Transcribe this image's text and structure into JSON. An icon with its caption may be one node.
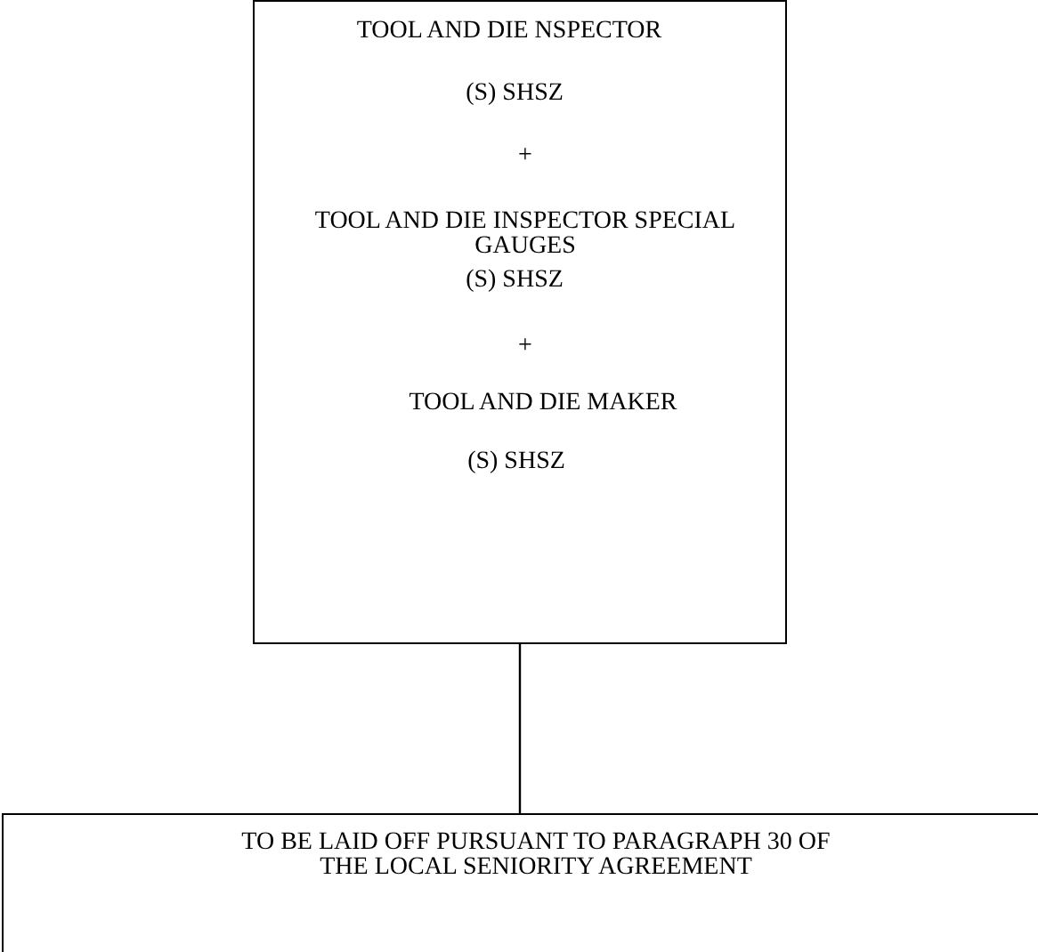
{
  "diagram": {
    "nodes": [
      {
        "text": [
          "TOOL AND DIE NSPECTOR",
          "(S) SHSZ",
          "+",
          "TOOL AND DIE INSPECTOR SPECIAL GAUGES",
          "(S) SHSZ",
          "+",
          "TOOL AND DIE MAKER",
          "(S) SHSZ"
        ]
      },
      {
        "text": [
          "TO BE LAID OFF PURSUANT TO PARAGRAPH 30 OF THE LOCAL SENIORITY AGREEMENT"
        ]
      }
    ],
    "edges": [
      {
        "from": 0,
        "to": 1,
        "arrow": "none"
      }
    ]
  }
}
